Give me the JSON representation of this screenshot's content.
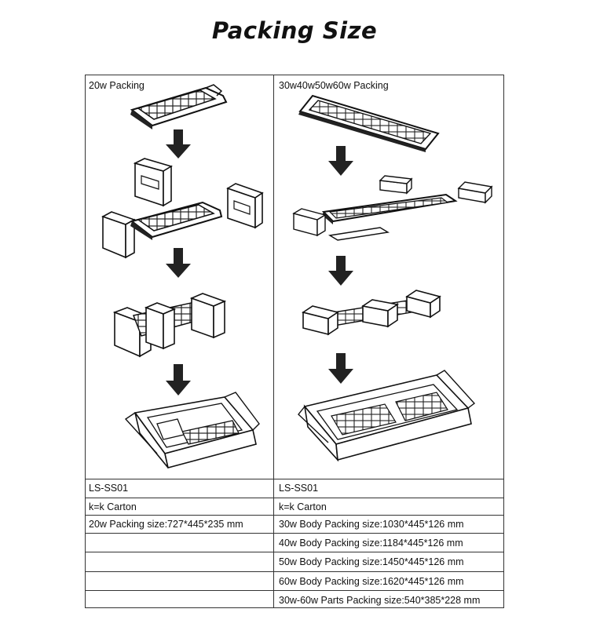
{
  "title": "Packing Size",
  "panels": {
    "left_header": "20w Packing",
    "right_header": "30w40w50w60w Packing"
  },
  "table": {
    "left": [
      "LS-SS01",
      "k=k  Carton",
      "20w Packing size:727*445*235 mm",
      "",
      "",
      "",
      ""
    ],
    "right": [
      "LS-SS01",
      "k=k  Carton",
      "30w Body Packing size:1030*445*126 mm",
      "40w Body Packing size:1184*445*126 mm",
      "50w Body Packing size:1450*445*126 mm",
      "60w Body Packing size:1620*445*126 mm",
      "30w-60w Parts Packing size:540*385*228 mm"
    ]
  },
  "icons": [
    "down-arrow-icon",
    "light-fixture-icon",
    "foam-block-icon",
    "carton-box-icon"
  ],
  "colors": {
    "line": "#333333",
    "arrow": "#222222"
  }
}
